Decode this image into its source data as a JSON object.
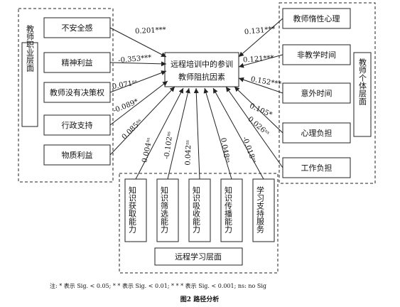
{
  "center": {
    "line1": "远程培训中的参训",
    "line2": "教师阻抗因素"
  },
  "groups": {
    "left": "教师职业层面",
    "right": "教师个体层面",
    "bottom": "远程学习层面"
  },
  "left_factors": [
    {
      "label": "不安全感",
      "coef": "0.201***"
    },
    {
      "label": "精神利益",
      "coef": "-0.353***"
    },
    {
      "label": "教师没有决策权",
      "coef": "0.071ns"
    },
    {
      "label": "行政支持",
      "coef": "-0.089*"
    },
    {
      "label": "物质利益",
      "coef": "0.085ns"
    }
  ],
  "right_factors": [
    {
      "label": "教师惰性心理",
      "coef": "0.131***"
    },
    {
      "label": "非教学时间",
      "coef": "0.121***"
    },
    {
      "label": "意外时间",
      "coef": "0.152***"
    },
    {
      "label": "心理负担",
      "coef": "0.105*"
    },
    {
      "label": "工作负担",
      "coef": "0.026ns"
    }
  ],
  "bottom_factors": [
    {
      "label": "知识获取能力",
      "coef": "0.004ns"
    },
    {
      "label": "知识筛选能力",
      "coef": "-0.102ns"
    },
    {
      "label": "知识吸收能力",
      "coef": "0.042ns"
    },
    {
      "label": "知识传播能力",
      "coef": "0.048ns"
    },
    {
      "label": "学习支持服务",
      "coef": "-0.018ns"
    }
  ],
  "note": "注: * 表示 Sig. < 0.05; * * 表示 Sig. < 0.01; * * * 表示 Sig. < 0.001; ns: no Sig",
  "caption": "图2   路径分析"
}
